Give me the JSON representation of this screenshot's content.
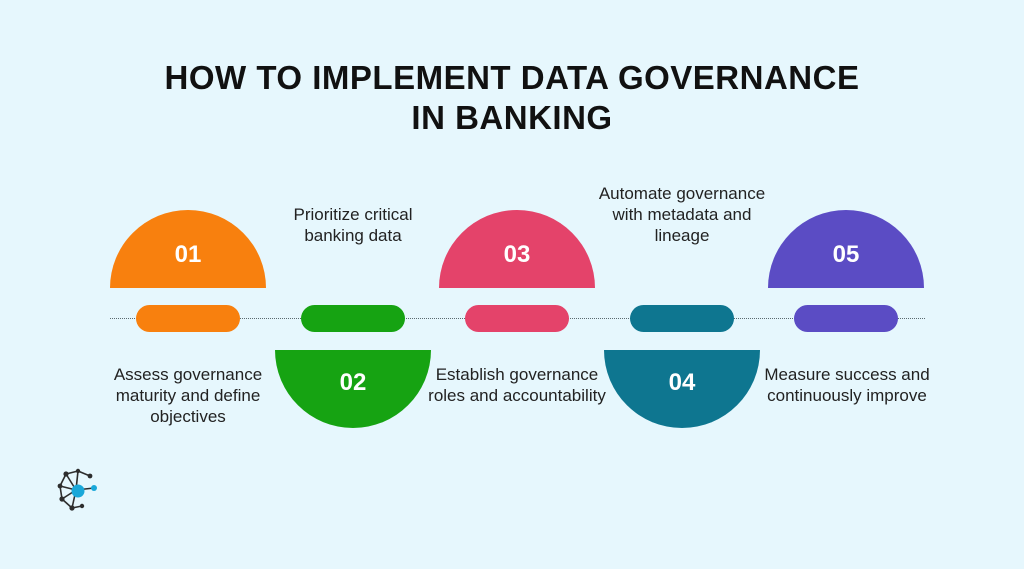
{
  "title_line1": "HOW TO IMPLEMENT DATA GOVERNANCE",
  "title_line2": "IN BANKING",
  "steps": [
    {
      "number": "01",
      "text": "Assess governance maturity and define objectives",
      "color": "#f8800e"
    },
    {
      "number": "02",
      "text": "Prioritize critical banking data",
      "color": "#16a312"
    },
    {
      "number": "03",
      "text": "Establish governance roles and accountability",
      "color": "#e4436a"
    },
    {
      "number": "04",
      "text": "Automate governance with metadata and lineage",
      "color": "#0e7690"
    },
    {
      "number": "05",
      "text": "Measure success and continuously improve",
      "color": "#5b4cc4"
    }
  ],
  "colors": {
    "background": "#e6f7fd",
    "title": "#111111"
  },
  "logo_icon": "network-logo-icon"
}
